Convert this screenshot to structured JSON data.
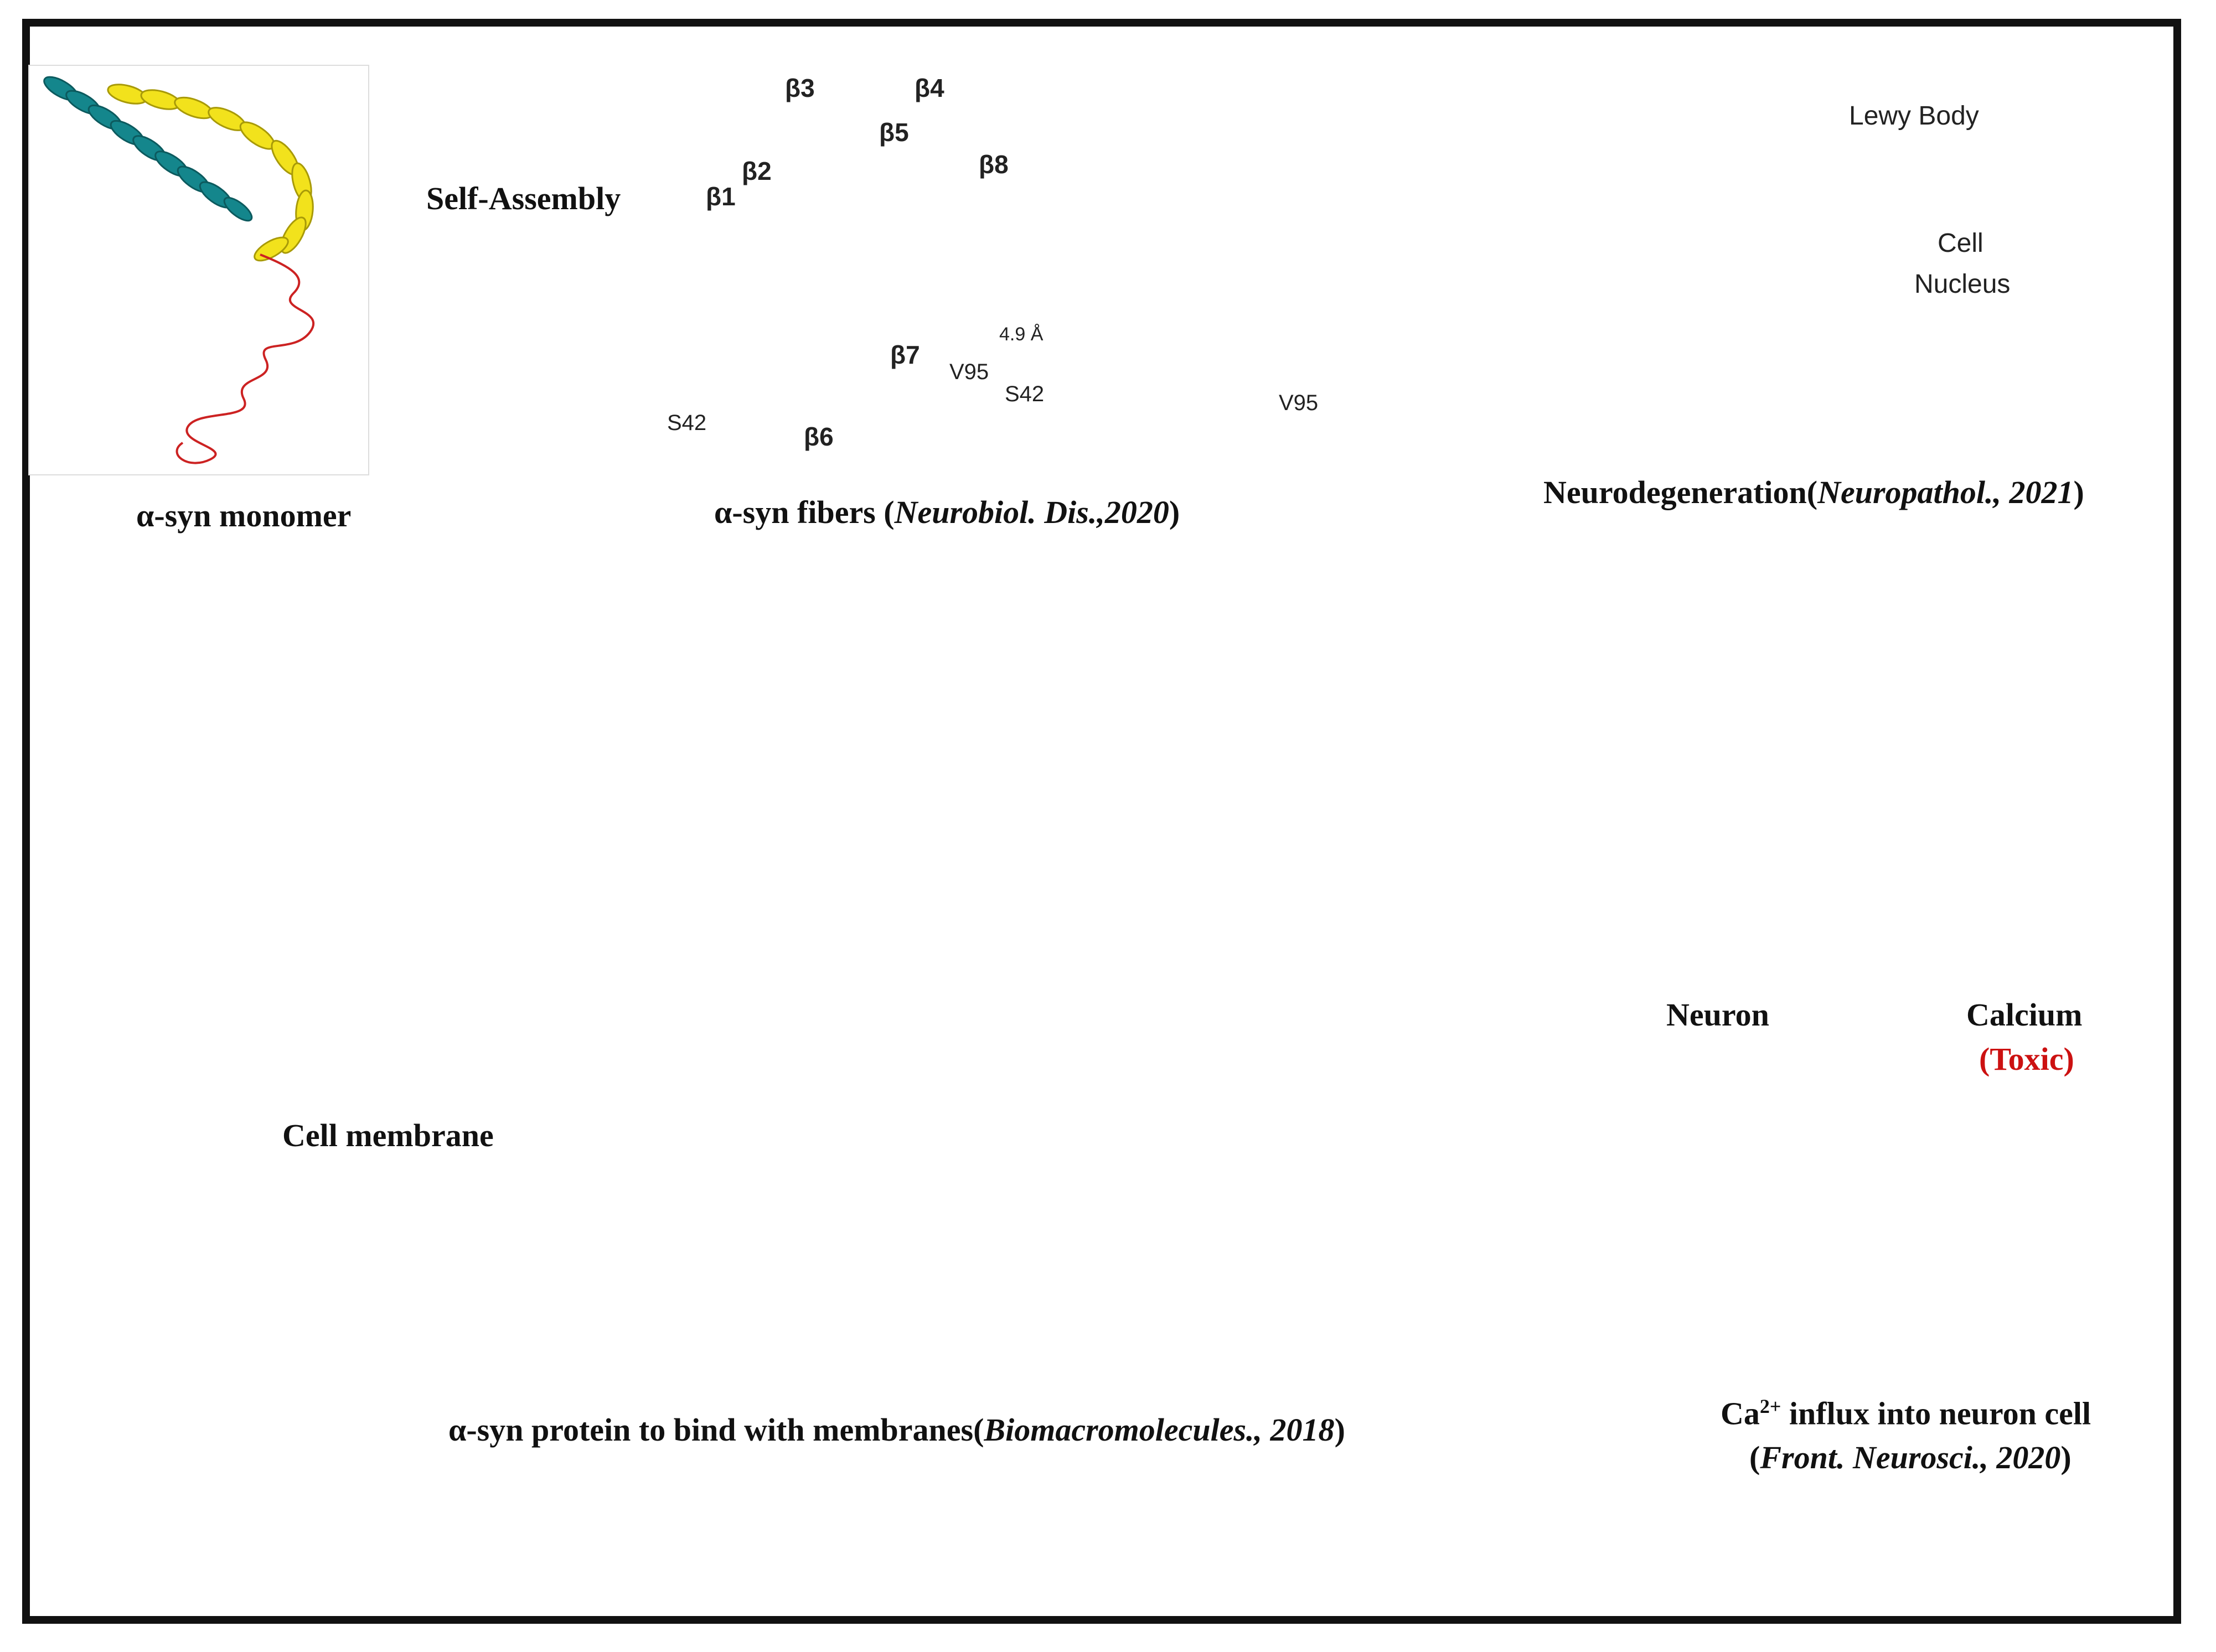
{
  "flow": {
    "self_assembly": "Self-Assembly"
  },
  "monomer": {
    "caption": "α-syn monomer"
  },
  "fibers": {
    "caption_prefix": "α-syn fibers (",
    "caption_ref": "Neurobiol. Dis.,2020",
    "caption_suffix": ")",
    "strands": [
      "β1",
      "β2",
      "β3",
      "β4",
      "β5",
      "β6",
      "β7",
      "β8"
    ],
    "residue_start": "S42",
    "residue_end": "V95",
    "residue_start_2": "S42",
    "residue_end_2": "V95",
    "spacing": "4.9 Å"
  },
  "neuro": {
    "caption_prefix": "Neurodegeneration(",
    "caption_ref": "Neuropathol., 2021",
    "caption_suffix": ")",
    "lewy_body": "Lewy Body",
    "cell_line1": "Cell",
    "cell_line2": "Nucleus"
  },
  "membrane": {
    "label": "Cell membrane",
    "caption_prefix": "α-syn protein to bind with membranes(",
    "caption_ref": "Biomacromolecules., 2018",
    "caption_suffix": ")"
  },
  "neuron": {
    "neuron_label": "Neuron",
    "calcium_label": "Calcium",
    "toxic_label": "(Toxic)",
    "caption_ca": "Ca",
    "caption_sup": "2+",
    "caption_rest": " influx into neuron cell",
    "caption2_prefix": "(",
    "caption2_ref": "Front. Neurosci., 2020",
    "caption2_suffix": ")"
  },
  "colors": {
    "arrow": "#1a1a1a",
    "membrane_core": "#f2a93b",
    "lipid_head": "#8aa6d6",
    "protein_channel": "#7fb3d8",
    "toxic": "#cc1111",
    "neuron_body": "#3aa9c9",
    "stain": "#b7a8d6"
  }
}
